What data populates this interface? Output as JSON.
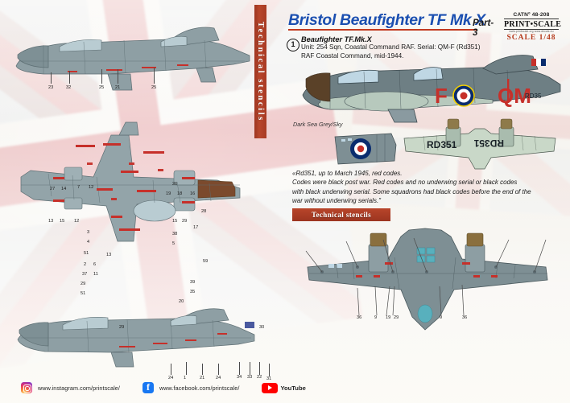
{
  "sheet": {
    "vertical_strip_label": "Technical stencils",
    "accent_red": "#b8452a",
    "title_blue": "#1b4fb0"
  },
  "header": {
    "title": "Bristol Beaufighter TF Mk X",
    "part": "Part-3",
    "catalog_label": "CATNº   48-208",
    "brand": "PRINT•SCALE",
    "website": "www.printscale.org   www.decals.eu",
    "scale": "SCALE 1/48"
  },
  "subject": {
    "number": "1",
    "name": "Beaufighter TF.Mk.X",
    "line1": "Unit: 254 Sqn, Coastal Command RAF. Serial: QM-F (Rd351)",
    "line2": "RAF Coastal Command, mid-1944.",
    "camouflage": "Dark Sea Grey/Sky",
    "fuselage_code_left": "F",
    "fuselage_code_right": "QM",
    "fuselage_serial": "RD35",
    "underwing_serial": "RD351",
    "underwing_serial_mirrored": "RD351"
  },
  "notes": {
    "line1": "«Rd351, up to March 1945, red codes.",
    "line2": "Codes were black post war.  Red codes and no underwing serial or black codes",
    "line3": "with black underwing serial. Some squadrons had black codes before the end of the",
    "line4": "war without underwing serials.\""
  },
  "banner": {
    "label": "Technical stencils"
  },
  "footer": {
    "instagram": "www.instagram.com/printscale/",
    "facebook": "www.facebook.com/printscale/",
    "youtube": "YouTube"
  },
  "stencils": {
    "side_view_top": [
      "23",
      "32",
      "25",
      "21",
      "25"
    ],
    "plan_view_left": [
      "27",
      "14",
      "7",
      "12",
      "13",
      "15",
      "12",
      "3",
      "4",
      "51",
      "2",
      "37",
      "29",
      "51"
    ],
    "plan_view_right": [
      "26",
      "19",
      "18",
      "16",
      "28",
      "15",
      "29",
      "17",
      "38",
      "5",
      "13",
      "59",
      "39",
      "35",
      "6",
      "11",
      "20",
      "30",
      "22"
    ],
    "bottom_side_view": [
      "29",
      "30",
      "24",
      "1",
      "21",
      "24",
      "34",
      "33",
      "22",
      "31"
    ],
    "right_plan_view": [
      "36",
      "9",
      "19",
      "29",
      "9",
      "36"
    ]
  }
}
